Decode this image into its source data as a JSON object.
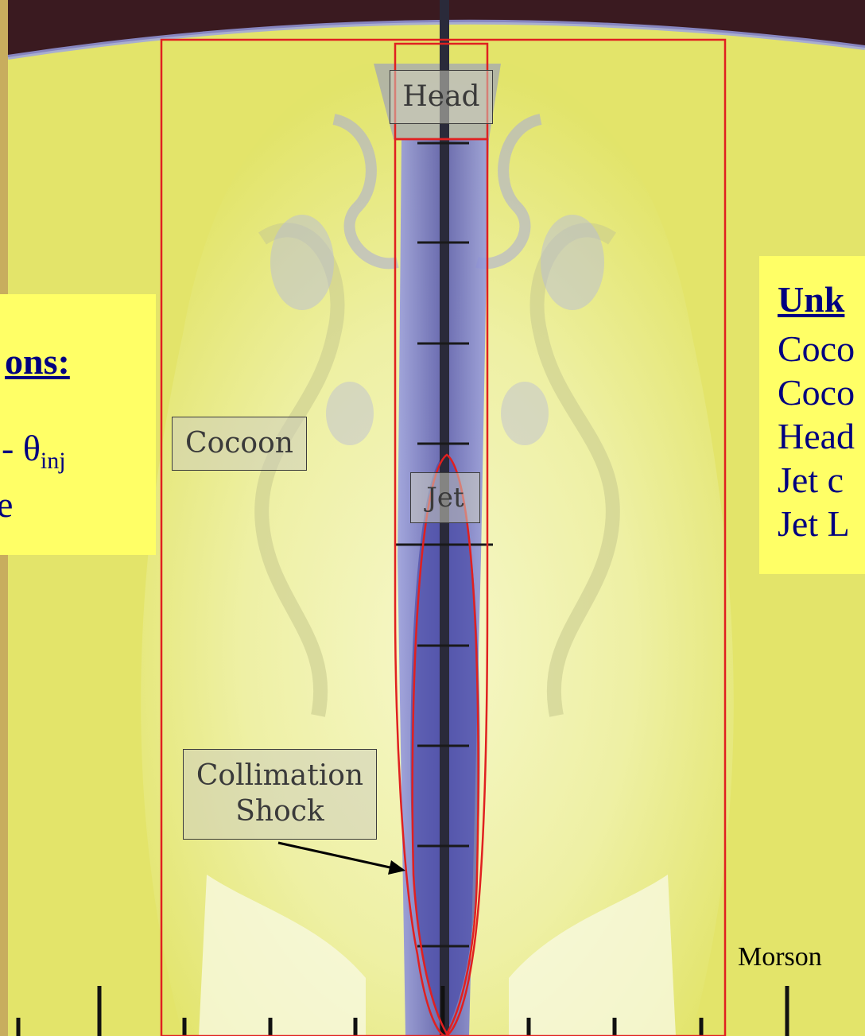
{
  "labels": {
    "head": "Head",
    "cocoon": "Cocoon",
    "jet": "Jet",
    "collimation_line1": "Collimation",
    "collimation_line2": "Shock"
  },
  "left_panel": {
    "heading": "ons:",
    "line1_text": "- θ",
    "line1_sub": "inj",
    "line2": "e"
  },
  "right_panel": {
    "heading": "Unk",
    "items": [
      "Coco",
      "Coco",
      "Head",
      "Jet c",
      "Jet L"
    ]
  },
  "credit": "Morson",
  "colors": {
    "cocoon_yellow": "#e8ea6a",
    "jet_blue": "#6f70c8",
    "box_red": "#e02020",
    "panel_yellow": "#ffff66",
    "panel_text": "#000080",
    "frame_gold": "#c8ad5e"
  }
}
